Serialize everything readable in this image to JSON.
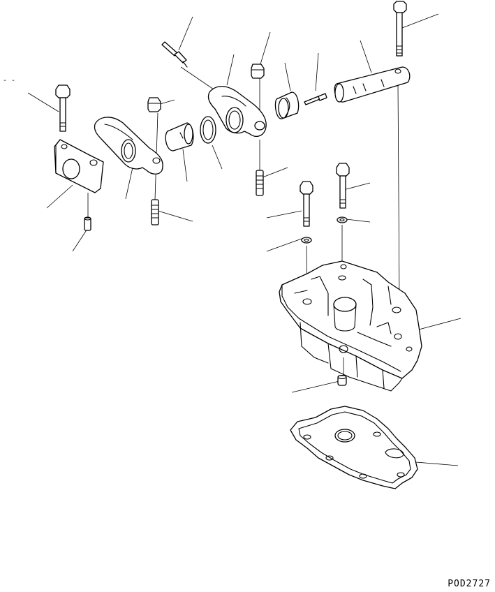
{
  "drawing_id": "POD2727",
  "stray_mark": "- -",
  "parts": [
    {
      "name": "push-rod-pin"
    },
    {
      "name": "rocker-arm-right"
    },
    {
      "name": "nut"
    },
    {
      "name": "bushing"
    },
    {
      "name": "plug-pin"
    },
    {
      "name": "rocker-shaft"
    },
    {
      "name": "shaft-bolt"
    },
    {
      "name": "rocker-support"
    },
    {
      "name": "support-bolt"
    },
    {
      "name": "dowel-pin"
    },
    {
      "name": "rocker-arm-left"
    },
    {
      "name": "adjust-screw"
    },
    {
      "name": "rocker-housing"
    },
    {
      "name": "housing-gasket"
    },
    {
      "name": "washer"
    }
  ]
}
